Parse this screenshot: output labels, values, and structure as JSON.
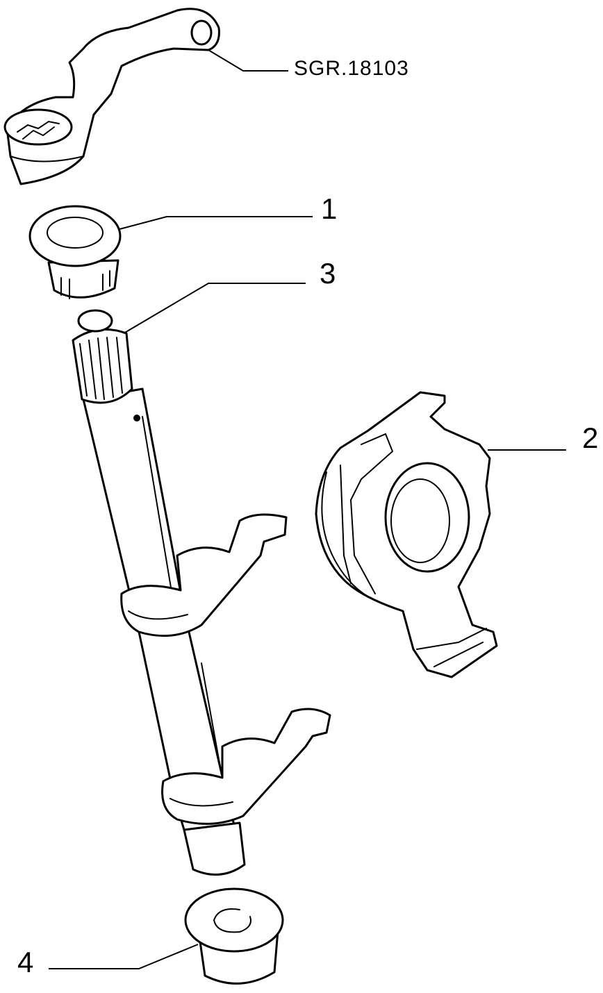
{
  "diagram": {
    "reference_code": "SGR.18103",
    "callouts": [
      {
        "id": "1",
        "label": "1"
      },
      {
        "id": "2",
        "label": "2"
      },
      {
        "id": "3",
        "label": "3"
      },
      {
        "id": "4",
        "label": "4"
      }
    ],
    "colors": {
      "line": "#000000",
      "background": "#ffffff"
    }
  }
}
